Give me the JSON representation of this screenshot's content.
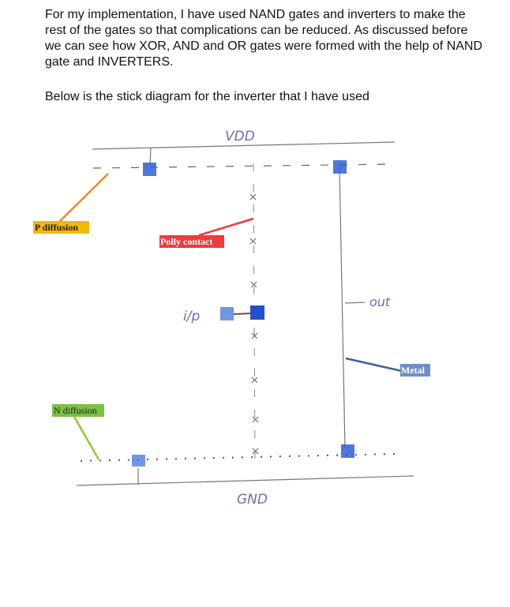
{
  "text": {
    "paragraph1": "For my implementation, I have used NAND gates and inverters to make the rest of the gates so that complications can be reduced. As discussed before we can see how XOR, AND and OR gates were formed with the help of NAND gate and INVERTERS.",
    "paragraph2": "Below is the stick diagram for the inverter that I have used"
  },
  "diagram": {
    "vdd_label": "VDD",
    "gnd_label": "GND",
    "input_label": "i/p",
    "output_label": "out",
    "labels": {
      "p_diffusion": "P diffusion",
      "polly_contact": "Polly contact",
      "metal": "Metal",
      "n_diffusion": "N diffusion"
    },
    "colors": {
      "p_diffusion_bg": "#f5b800",
      "p_diffusion_line": "#f08a1e",
      "polly_contact_bg": "#ee3b3b",
      "polly_contact_line": "#ee3b3b",
      "metal_bg": "#6d8fc9",
      "metal_line": "#3a5fa0",
      "n_diffusion_bg": "#7bc143",
      "n_diffusion_line": "#8acd2a",
      "contact": "#2f5fd6"
    }
  }
}
